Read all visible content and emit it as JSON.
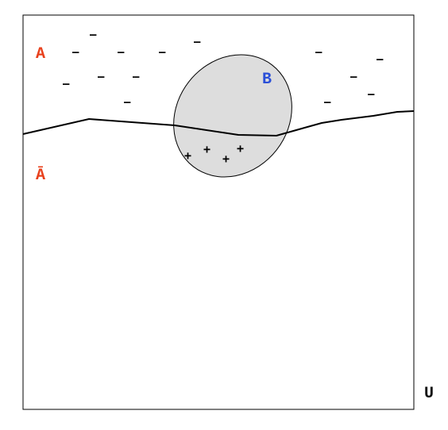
{
  "labels": {
    "set_a": "A",
    "set_a_complement": "Ā",
    "set_b": "B",
    "universe": "U"
  },
  "colors": {
    "set_a": "#e8401c",
    "set_b": "#2a4fd8",
    "universe": "#111111",
    "ellipse_fill": "#dddddd",
    "stroke": "#000000"
  },
  "signs": {
    "minus": "–",
    "plus": "+"
  }
}
